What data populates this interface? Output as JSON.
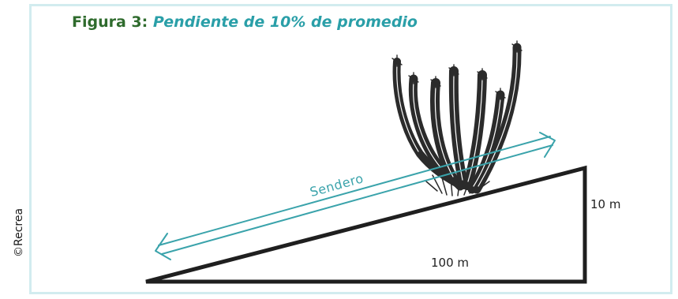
{
  "credit": "©Recrea",
  "figure": {
    "label": "Figura 3:",
    "subtitle": "Pendiente de 10% de promedio"
  },
  "diagram": {
    "trail_label": "Sendero",
    "rise_label": "10 m",
    "run_label": "100 m",
    "colors": {
      "frame_border": "#d2ecef",
      "title_label": "#2f6b2d",
      "title_subtitle": "#2a9fa8",
      "arrow": "#3aa3ab",
      "triangle": "#1f1f1f",
      "cactus": "#2b2b2b"
    },
    "icons": [
      "cactus-illustration",
      "double-headed-arrow"
    ]
  }
}
